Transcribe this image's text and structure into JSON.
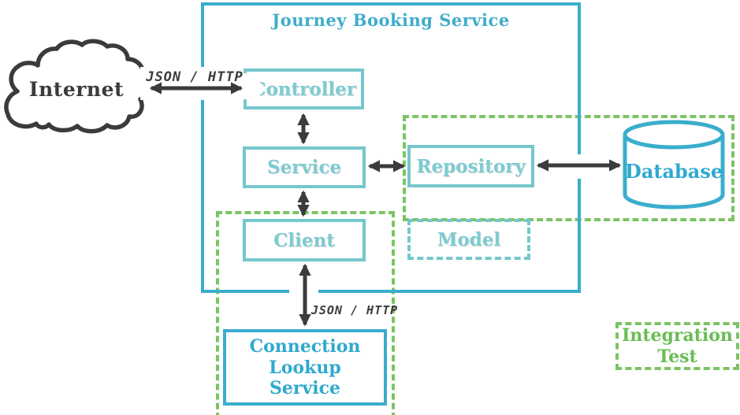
{
  "diagram": {
    "title": "Journey Booking Service",
    "nodes": {
      "internet": {
        "label": "Internet"
      },
      "controller": {
        "label": "Controller"
      },
      "service": {
        "label": "Service"
      },
      "repository": {
        "label": "Repository"
      },
      "client": {
        "label": "Client"
      },
      "model": {
        "label": "Model"
      },
      "database": {
        "label": "Database"
      },
      "connection_lookup_service": {
        "lines": [
          "Connection",
          "Lookup",
          "Service"
        ]
      },
      "integration_test": {
        "lines": [
          "Integration",
          "Test"
        ]
      }
    },
    "edges": {
      "internet_controller_label": "JSON / HTTP",
      "client_cls_label": "JSON / HTTP"
    },
    "colors": {
      "teal_bright": "#3aadcd",
      "teal_soft": "#74c7cc",
      "teal_soft_text": "#7dccd2",
      "green_dash": "#7cc364",
      "green_text": "#68bd54",
      "dark": "#3b3b3b"
    }
  }
}
